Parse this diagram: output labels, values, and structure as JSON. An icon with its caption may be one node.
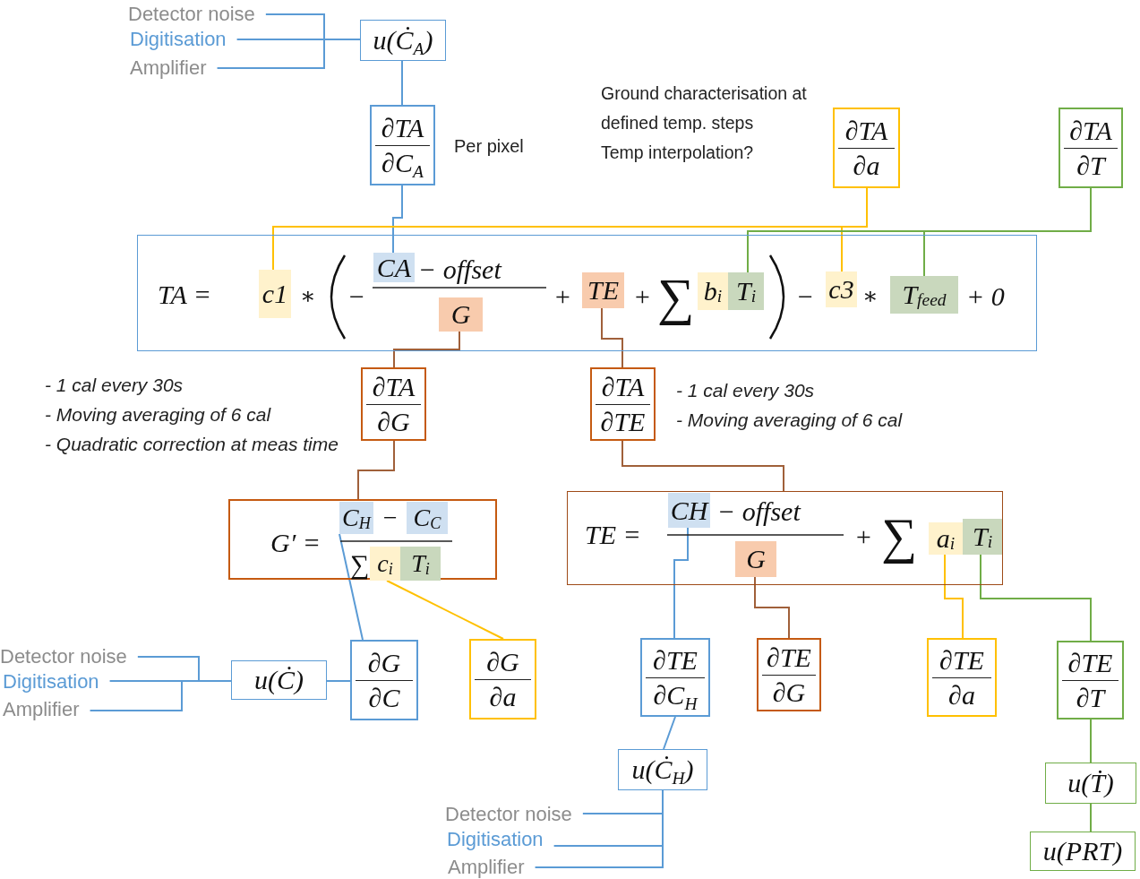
{
  "diagram": {
    "nodes": [
      {
        "text": [
          "Detector noise"
        ]
      },
      {
        "text": [
          "Digitisation"
        ]
      },
      {
        "text": [
          "Amplifier"
        ]
      },
      {
        "text": [
          "u(Ċ$_{A}$)"
        ]
      },
      {
        "text": [
          "∂TA",
          "∂C$_{A}$"
        ],
        "beside": [
          "Per pixel"
        ]
      },
      {
        "text": [
          "∂TA",
          "∂a"
        ],
        "beside": [
          "Ground characterisation at defined temp. steps",
          "Temp interpolation?"
        ]
      },
      {
        "text": [
          "∂TA",
          "∂T"
        ]
      },
      {
        "text": [
          "TA =",
          "∗",
          "−",
          "− offset",
          "+",
          "+",
          "∑",
          "−",
          "∗",
          "+ 0"
        ]
      },
      {
        "text": [
          "c1"
        ],
        "in": 7
      },
      {
        "text": [
          "CA"
        ],
        "in": 7
      },
      {
        "text": [
          "G"
        ],
        "in": 7
      },
      {
        "text": [
          "TE"
        ],
        "in": 7
      },
      {
        "text": [
          "b$_{i}$"
        ],
        "in": 7
      },
      {
        "text": [
          "T$_{i}$"
        ],
        "in": 7
      },
      {
        "text": [
          "c3"
        ],
        "in": 7
      },
      {
        "text": [
          "T$_{feed}$"
        ],
        "in": 7
      },
      {
        "text": [
          "∂TA",
          "∂G"
        ],
        "beside": [
          "- 1 cal every 30s",
          "- Moving averaging of 6 cal",
          "- Quadratic correction at meas time"
        ]
      },
      {
        "text": [
          "∂TA",
          "∂TE"
        ],
        "beside": [
          "- 1 cal every 30s",
          "- Moving averaging of 6 cal"
        ]
      },
      {
        "text": [
          "G′ =",
          "−",
          "∑"
        ]
      },
      {
        "text": [
          "C$_{H}$"
        ],
        "in": 18
      },
      {
        "text": [
          "C$_{C}$"
        ],
        "in": 18
      },
      {
        "text": [
          "c$_{i}$"
        ],
        "in": 18
      },
      {
        "text": [
          "T$_{i}$"
        ],
        "in": 18
      },
      {
        "text": [
          "TE =",
          "− offset",
          "+",
          "∑"
        ]
      },
      {
        "text": [
          "CH"
        ],
        "in": 23
      },
      {
        "text": [
          "G"
        ],
        "in": 23
      },
      {
        "text": [
          "a$_{i}$"
        ],
        "in": 23
      },
      {
        "text": [
          "T$_{i}$"
        ],
        "in": 23
      },
      {
        "text": [
          "Detector noise"
        ]
      },
      {
        "text": [
          "Digitisation"
        ]
      },
      {
        "text": [
          "Amplifier"
        ]
      },
      {
        "text": [
          "u(Ċ)"
        ]
      },
      {
        "text": [
          "∂G",
          "∂C"
        ]
      },
      {
        "text": [
          "∂G",
          "∂a"
        ]
      },
      {
        "text": [
          "∂TE",
          "∂C$_{H}$"
        ]
      },
      {
        "text": [
          "∂TE",
          "∂G"
        ]
      },
      {
        "text": [
          "∂TE",
          "∂a"
        ]
      },
      {
        "text": [
          "∂TE",
          "∂T"
        ]
      },
      {
        "text": [
          "u(Ċ$_{H}$)"
        ]
      },
      {
        "text": [
          "u(Ṫ)"
        ]
      },
      {
        "text": [
          "u(PRT)"
        ]
      },
      {
        "text": [
          "Detector noise"
        ]
      },
      {
        "text": [
          "Digitisation"
        ]
      },
      {
        "text": [
          "Amplifier"
        ]
      }
    ],
    "edges": [
      {
        "from": 0,
        "to": 3,
        "arrow": "none"
      },
      {
        "from": 1,
        "to": 3,
        "arrow": "none"
      },
      {
        "from": 2,
        "to": 3,
        "arrow": "none"
      },
      {
        "from": 3,
        "to": 4,
        "arrow": "none"
      },
      {
        "from": 4,
        "to": 9,
        "arrow": "none"
      },
      {
        "from": 5,
        "to": 8,
        "arrow": "none",
        "color": "#ffc000"
      },
      {
        "from": 5,
        "to": 14,
        "arrow": "none",
        "color": "#ffc000"
      },
      {
        "from": 6,
        "to": 13,
        "arrow": "none",
        "color": "#70ad47"
      },
      {
        "from": 6,
        "to": 15,
        "arrow": "none",
        "color": "#70ad47"
      },
      {
        "from": 10,
        "to": 16,
        "arrow": "none",
        "color": "#a0603a"
      },
      {
        "from": 11,
        "to": 17,
        "arrow": "none",
        "color": "#a0603a"
      },
      {
        "from": 16,
        "to": 18,
        "arrow": "none",
        "color": "#a0603a"
      },
      {
        "from": 17,
        "to": 23,
        "arrow": "none",
        "color": "#a0603a"
      },
      {
        "from": 19,
        "to": 32,
        "arrow": "none"
      },
      {
        "from": 21,
        "to": 33,
        "arrow": "none",
        "color": "#ffc000"
      },
      {
        "from": 28,
        "to": 31,
        "arrow": "none"
      },
      {
        "from": 29,
        "to": 31,
        "arrow": "none"
      },
      {
        "from": 30,
        "to": 31,
        "arrow": "none"
      },
      {
        "from": 31,
        "to": 32,
        "arrow": "none"
      },
      {
        "from": 24,
        "to": 34,
        "arrow": "none"
      },
      {
        "from": 25,
        "to": 35,
        "arrow": "none",
        "color": "#a0603a"
      },
      {
        "from": 26,
        "to": 36,
        "arrow": "none",
        "color": "#ffc000"
      },
      {
        "from": 27,
        "to": 37,
        "arrow": "none",
        "color": "#70ad47"
      },
      {
        "from": 34,
        "to": 38,
        "arrow": "none"
      },
      {
        "from": 37,
        "to": 39,
        "arrow": "none",
        "color": "#70ad47"
      },
      {
        "from": 39,
        "to": 40,
        "arrow": "none",
        "color": "#70ad47"
      },
      {
        "from": 41,
        "to": 38,
        "arrow": "none"
      },
      {
        "from": 42,
        "to": 38,
        "arrow": "none"
      },
      {
        "from": 43,
        "to": 38,
        "arrow": "none"
      }
    ]
  }
}
